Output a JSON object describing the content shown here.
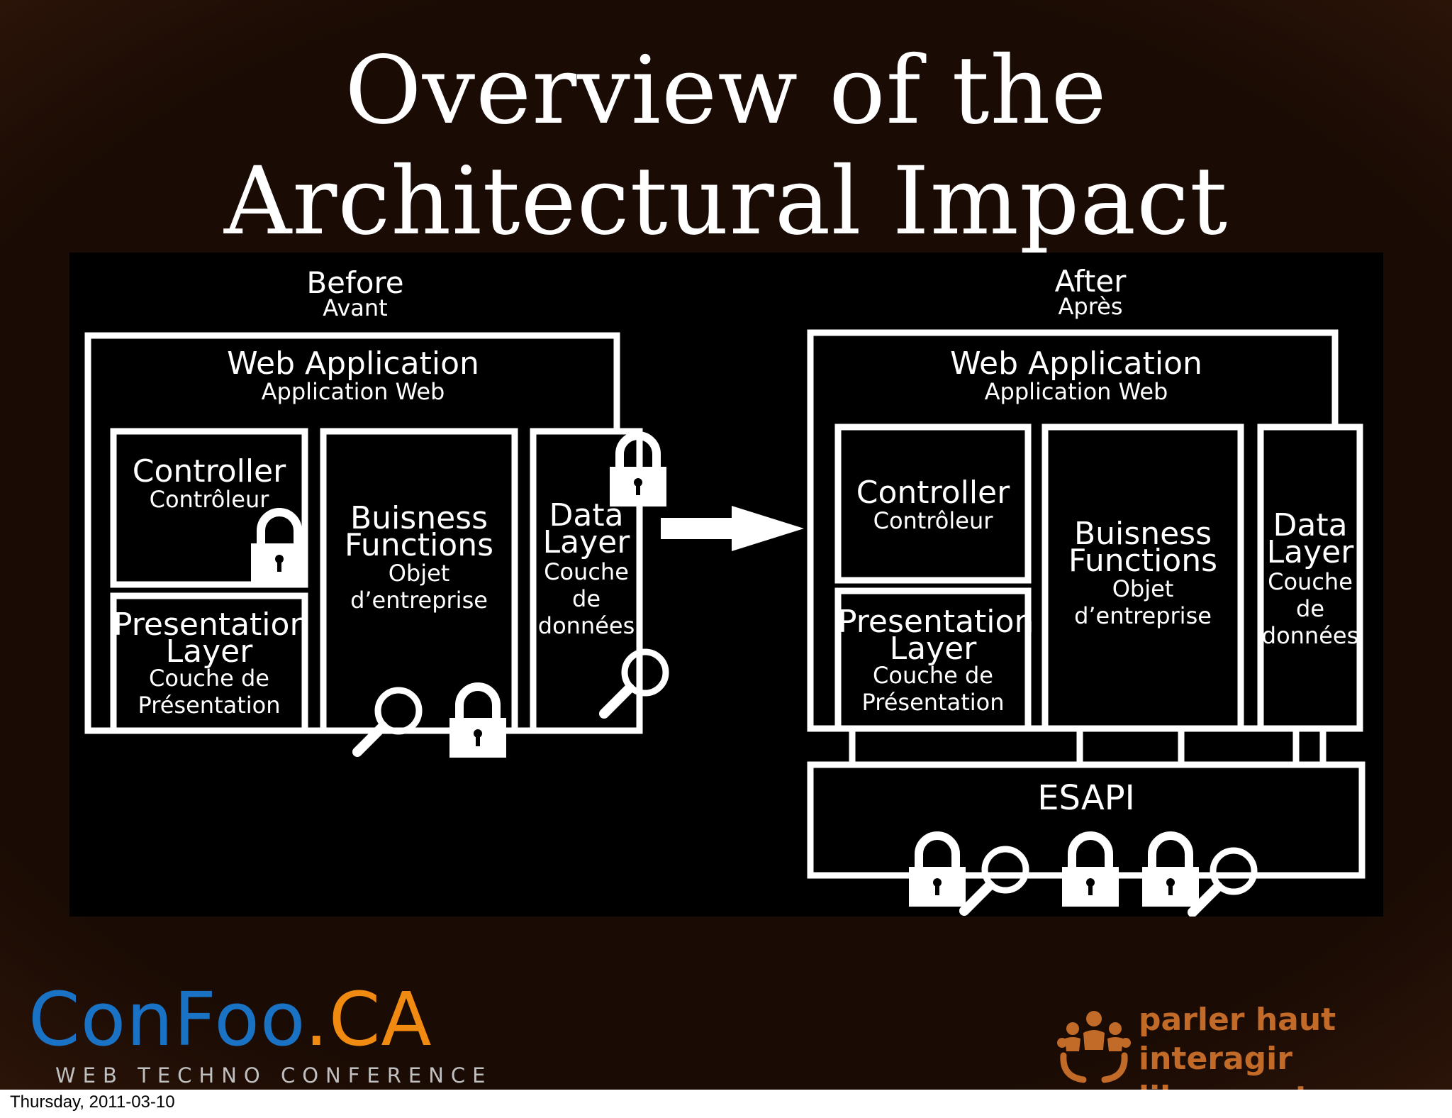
{
  "slide": {
    "title_line1": "Overview of the",
    "title_line2": "Architectural Impact"
  },
  "before": {
    "heading": "Before",
    "heading_fr": "Avant",
    "app_title": "Web Application",
    "app_title_fr": "Application Web",
    "controller": "Controller",
    "controller_fr": "Contrôleur",
    "presentation_l1": "Presentation",
    "presentation_l2": "Layer",
    "presentation_fr1": "Couche de",
    "presentation_fr2": "Présentation",
    "business_l1": "Buisness",
    "business_l2": "Functions",
    "business_fr1": "Objet",
    "business_fr2": "d’entreprise",
    "data_l1": "Data",
    "data_l2": "Layer",
    "data_fr1": "Couche",
    "data_fr2": "de",
    "data_fr3": "données"
  },
  "after": {
    "heading": "After",
    "heading_fr": "Après",
    "app_title": "Web Application",
    "app_title_fr": "Application Web",
    "controller": "Controller",
    "controller_fr": "Contrôleur",
    "presentation_l1": "Presentation",
    "presentation_l2": "Layer",
    "presentation_fr1": "Couche de",
    "presentation_fr2": "Présentation",
    "business_l1": "Buisness",
    "business_l2": "Functions",
    "business_fr1": "Objet",
    "business_fr2": "d’entreprise",
    "data_l1": "Data",
    "data_l2": "Layer",
    "data_fr1": "Couche",
    "data_fr2": "de",
    "data_fr3": "données",
    "esapi": "ESAPI"
  },
  "branding": {
    "confoo_main": "ConFoo",
    "confoo_tld": ".CA",
    "confoo_sub": "WEB TECHNO CONFERENCE",
    "parler_line1": "parler haut",
    "parler_line2": "interagir librement",
    "confoo_blue": "#1a72c4",
    "confoo_orange": "#f08a10",
    "parler_color": "#c26a28"
  },
  "footer": {
    "date": "Thursday, 2011-03-10"
  },
  "icons": [
    "lock-icon",
    "magnifier-icon",
    "right-arrow-icon",
    "people-icon"
  ]
}
